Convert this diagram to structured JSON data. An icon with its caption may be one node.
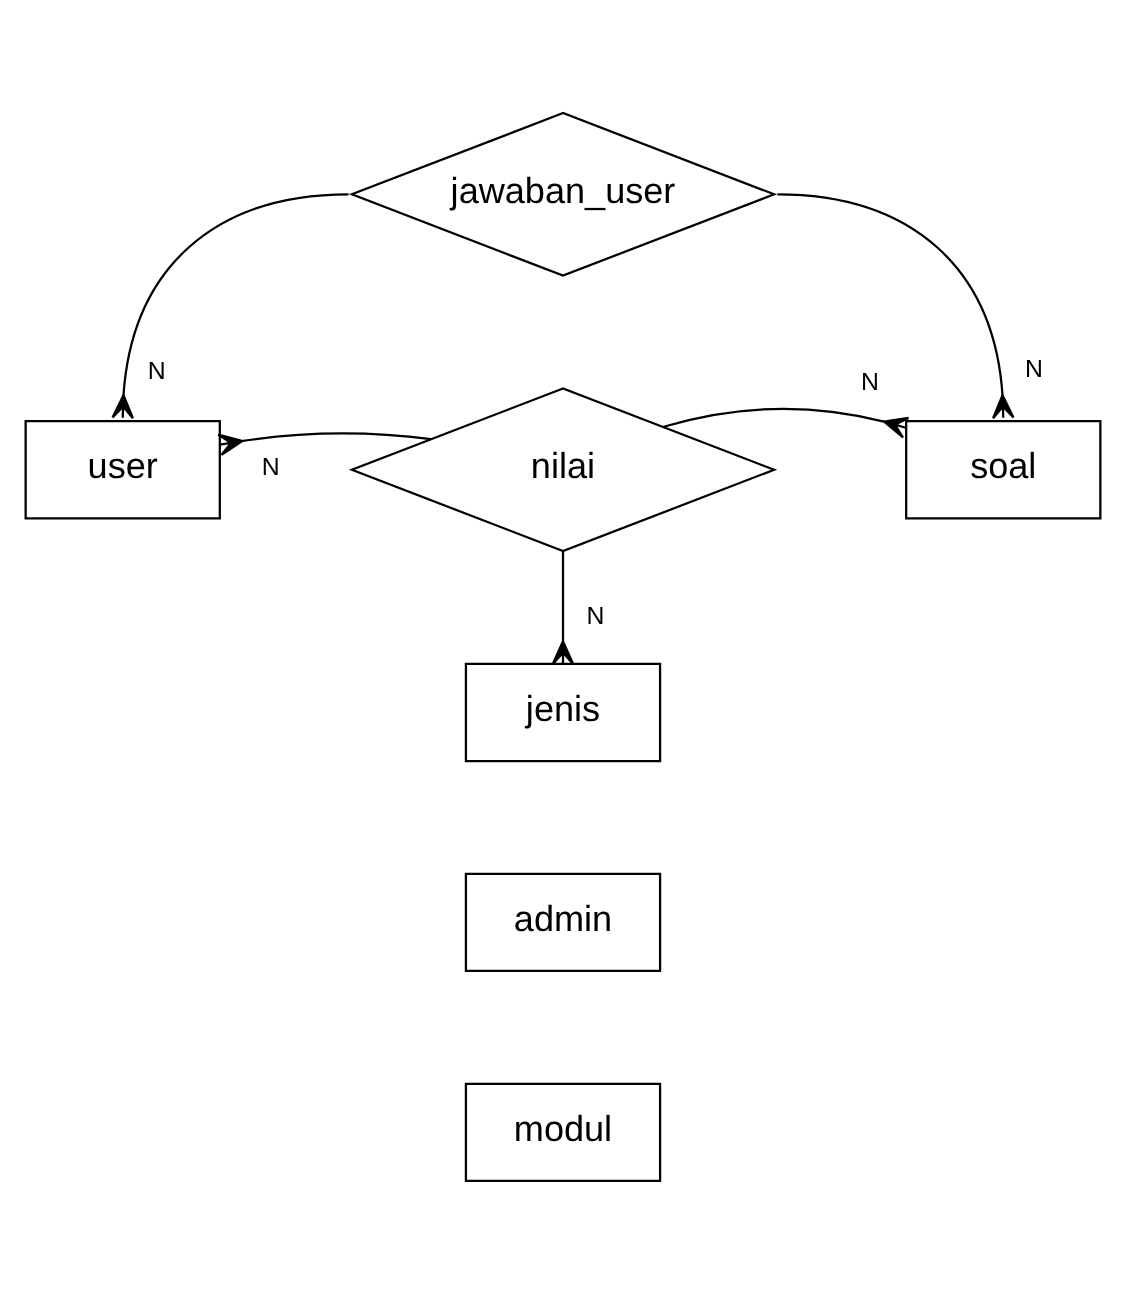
{
  "diagram": {
    "nodes": [
      {
        "text": [
          "jawaban_user"
        ]
      },
      {
        "text": [
          "user"
        ]
      },
      {
        "text": [
          "nilai"
        ]
      },
      {
        "text": [
          "soal"
        ]
      },
      {
        "text": [
          "jenis"
        ]
      },
      {
        "text": [
          "admin"
        ]
      },
      {
        "text": [
          "modul"
        ]
      }
    ],
    "edges": [
      {
        "from": 1,
        "to": 0,
        "arrow": "other",
        "label": "N"
      },
      {
        "from": 3,
        "to": 0,
        "arrow": "other",
        "label": "N"
      },
      {
        "from": 1,
        "to": 2,
        "arrow": "other",
        "label": "N"
      },
      {
        "from": 3,
        "to": 2,
        "arrow": "other",
        "label": "N"
      },
      {
        "from": 4,
        "to": 2,
        "arrow": "other",
        "label": "N"
      }
    ]
  }
}
